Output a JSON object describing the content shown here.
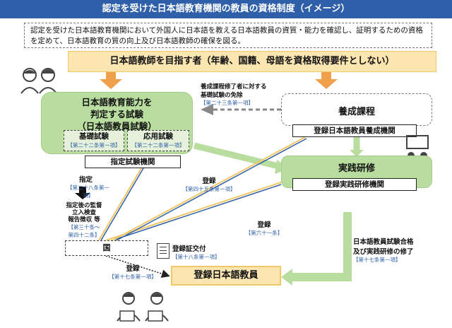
{
  "header": {
    "title": "認定を受けた日本語教育機関の教員の資格制度（イメージ）"
  },
  "intro": {
    "text": "認定を受けた日本語教育機関において外国人に日本語を教える日本語教員の資質・能力を確認し、証明するための資格を定めて、日本語教育の質の向上及び日本語教師の確保を図る。"
  },
  "banner": {
    "text": "日本語教師を目指す者（年齢、国籍、母語を資格取得要件としない）"
  },
  "exam": {
    "title_line1": "日本語教育能力を",
    "title_line2": "判定する試験",
    "title_line3": "（日本語教員試験）",
    "basic": {
      "label": "基礎試験",
      "ref": "【第二十二条第一項】"
    },
    "applied": {
      "label": "応用試験",
      "ref": "【第二十二条第一項】"
    },
    "agency": "指定試験機関"
  },
  "exemption": {
    "line1": "養成課程修了者に対する",
    "line2": "基礎試験の免除",
    "ref": "【第二十三条第一項】"
  },
  "course": {
    "title": "養成課程",
    "agency": "登録日本語教員養成機関"
  },
  "practical": {
    "title": "実践研修",
    "agency": "登録実践研修機関"
  },
  "designation": {
    "label": "指定",
    "ref": "【第二十八条第一項】"
  },
  "oversight": {
    "line1": "指定後の監督",
    "line2": "立入検査",
    "line3": "報告徴収 等",
    "ref1": "【第三十条～",
    "ref2": "第四十二条】"
  },
  "country": {
    "label": "国"
  },
  "reg_practical": {
    "label": "登録",
    "ref": "【第四十五条第一項】"
  },
  "reg_course": {
    "label": "登録",
    "ref": "【第六十一条】"
  },
  "certificate": {
    "label": "登録証交付",
    "ref": "【第十八条第一項】"
  },
  "reg_teacher": {
    "label": "登録",
    "ref": "【第十七条第一項】"
  },
  "requirement": {
    "line1": "日本語教員試験合格",
    "line2": "及び実践研修の修了",
    "ref": "【第十七条第一項】"
  },
  "registered_teacher": {
    "label": "登録日本語教員"
  },
  "colors": {
    "header": "#2f5fa8",
    "banner": "#fbe5b0",
    "green": "#b8dd9e",
    "arrow_orange": "#f0a04b",
    "ref_blue": "#2e5fa6"
  }
}
